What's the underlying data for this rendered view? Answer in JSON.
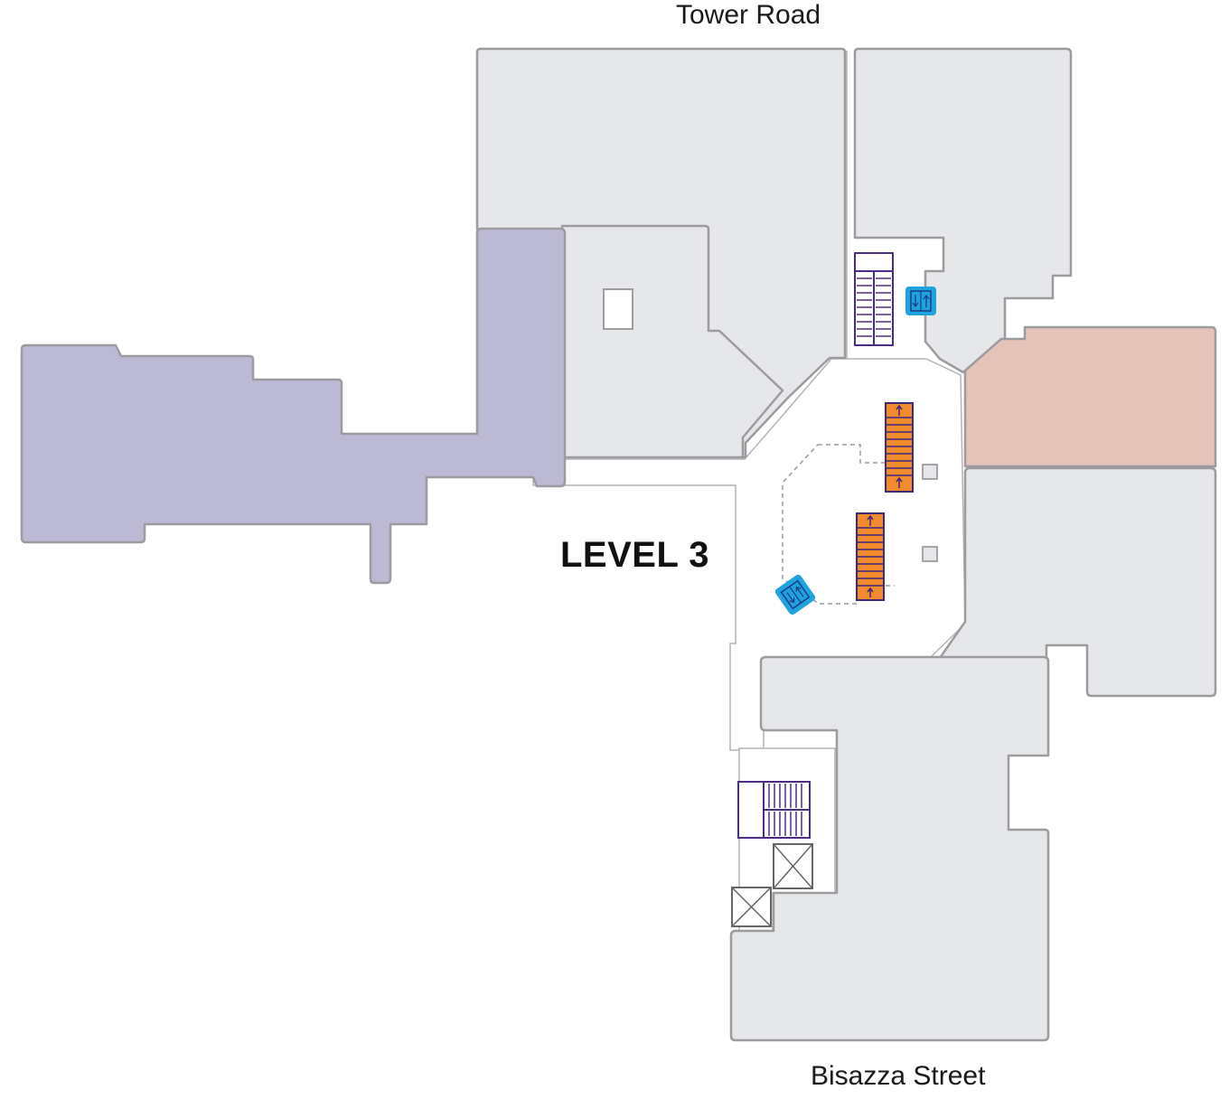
{
  "map": {
    "level_label": "LEVEL 3",
    "streets": {
      "top": "Tower Road",
      "bottom": "Bisazza Street"
    }
  },
  "colors": {
    "unit_fill": "#e6e7e9",
    "unit_stroke": "#9c9ca0",
    "highlight_lavender": "#bcb9d4",
    "highlight_pink": "#e6c3b9",
    "escalator_fill": "#f28b2e",
    "escalator_line": "#3f2878",
    "stairs_line": "#4b2e83",
    "lift_fill": "#1fa3dd",
    "lift_line": "#1b3d8a"
  },
  "icons": {
    "escalator": "escalator-icon",
    "stairs": "stairs-icon",
    "lift": "lift-icon",
    "service_shaft": "service-shaft-icon"
  }
}
